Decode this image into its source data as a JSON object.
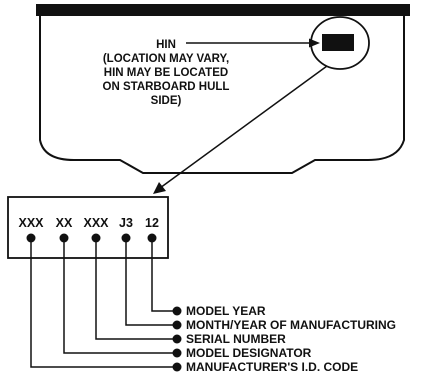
{
  "hull": {
    "hin_callout_lines": [
      "HIN",
      "(LOCATION MAY VARY,",
      "HIN MAY BE LOCATED",
      "ON STARBOARD HULL",
      "SIDE)"
    ]
  },
  "hin_box": {
    "codes": [
      "XXX",
      "XX",
      "XXX",
      "J3",
      "12"
    ]
  },
  "legend": {
    "items": [
      "MODEL YEAR",
      "MONTH/YEAR OF MANUFACTURING",
      "SERIAL NUMBER",
      "MODEL DESIGNATOR",
      "MANUFACTURER'S I.D. CODE"
    ]
  }
}
